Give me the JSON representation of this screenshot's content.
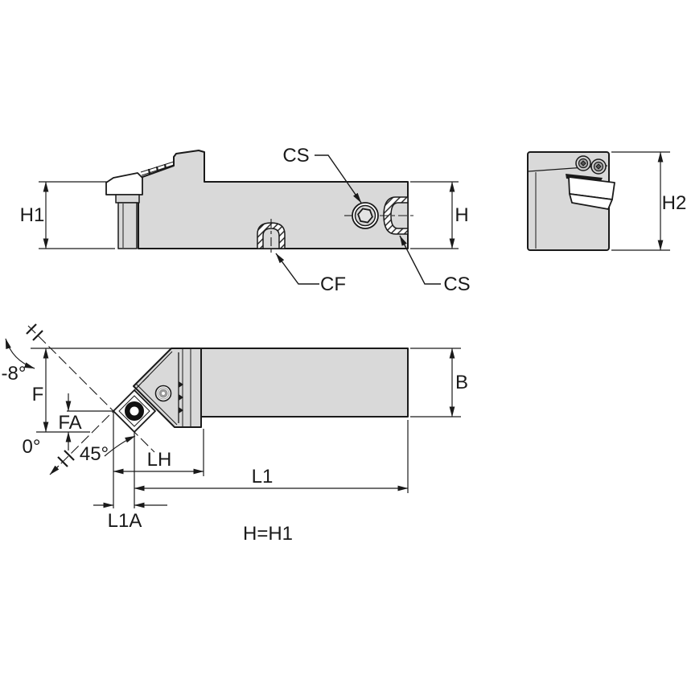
{
  "style": {
    "background": "#ffffff",
    "line_color": "#1a1a1a",
    "body_fill": "#d9d9d9",
    "insert_fill": "#ffffff",
    "hole_dark": "#111111"
  },
  "views": {
    "side": {
      "dims": {
        "h1": "H1",
        "h": "H"
      },
      "callouts": {
        "clamp_screw": "CS",
        "coolant_front": "CF",
        "coolant_end": "CS"
      }
    },
    "end": {
      "dims": {
        "h2": "H2"
      }
    },
    "top": {
      "dims": {
        "f": "F",
        "fa": "FA",
        "lh": "LH",
        "l1": "L1",
        "l1a": "L1A",
        "b": "B"
      },
      "angles": {
        "back_rake": "-8°",
        "inclination": "0°",
        "lead": "45°"
      },
      "note": "H=H1"
    }
  }
}
